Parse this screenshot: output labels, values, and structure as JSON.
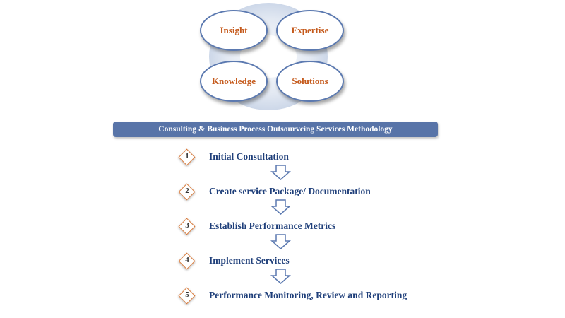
{
  "cycle": {
    "nodes": [
      {
        "label": "Insight"
      },
      {
        "label": "Expertise"
      },
      {
        "label": "Knowledge"
      },
      {
        "label": "Solutions"
      }
    ]
  },
  "banner": {
    "title": "Consulting & Business Process Outsourvcing Services Methodology"
  },
  "steps": [
    {
      "number": "1",
      "label": "Initial Consultation"
    },
    {
      "number": "2",
      "label": "Create service Package/ Documentation"
    },
    {
      "number": "3",
      "label": "Establish Performance Metrics"
    },
    {
      "number": "4",
      "label": "Implement Services"
    },
    {
      "number": "5",
      "label": "Performance Monitoring, Review and Reporting"
    }
  ],
  "colors": {
    "node_text": "#c55a1c",
    "node_border": "#5b79b0",
    "banner_bg": "#5874a8",
    "step_text": "#1f3f7a",
    "diamond_border": "#d97a3a",
    "arrow_stroke": "#5b79b0"
  }
}
